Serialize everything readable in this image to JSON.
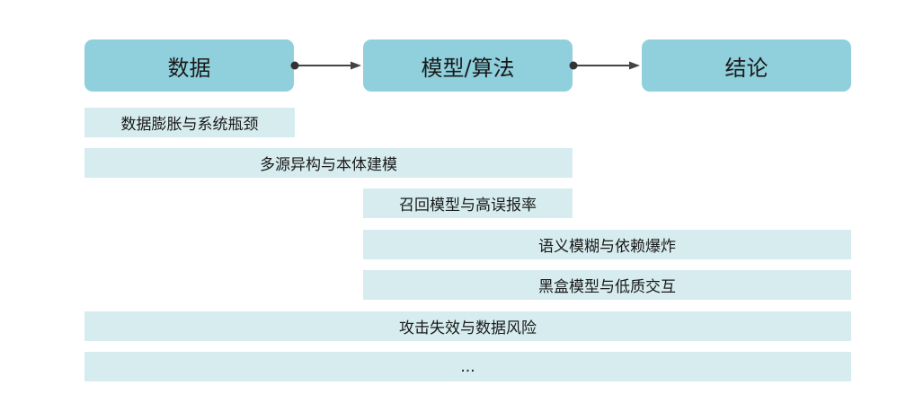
{
  "stages": [
    {
      "label": "数据"
    },
    {
      "label": "模型/算法"
    },
    {
      "label": "结论"
    }
  ],
  "bars": [
    {
      "label": "数据膨胀与系统瓶颈"
    },
    {
      "label": "多源异构与本体建模"
    },
    {
      "label": "召回模型与高误报率"
    },
    {
      "label": "语义模糊与依赖爆炸"
    },
    {
      "label": "黑盒模型与低质交互"
    },
    {
      "label": "攻击失效与数据风险"
    },
    {
      "label": "..."
    }
  ],
  "colors": {
    "stage_fill": "#8fd0dc",
    "bar_fill": "#d6ecef",
    "connector": "#444444"
  }
}
